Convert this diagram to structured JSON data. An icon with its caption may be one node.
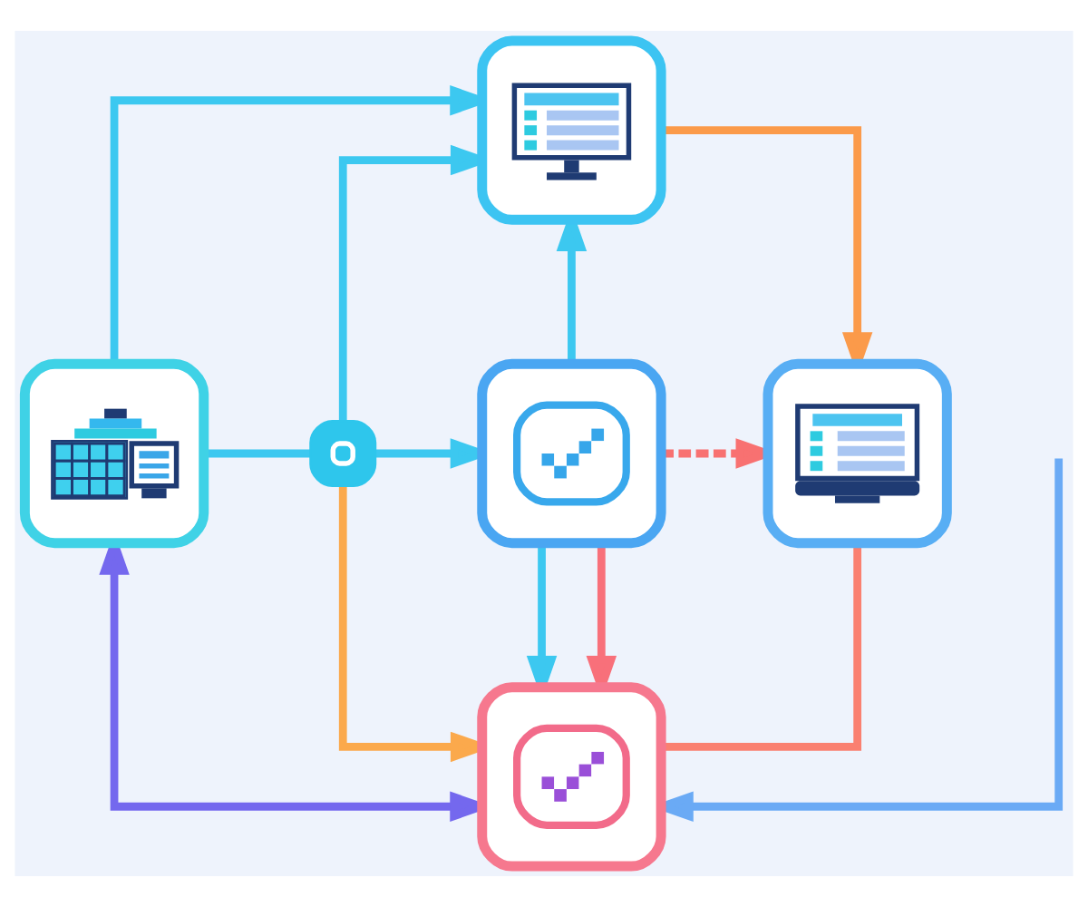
{
  "diagram": {
    "nodes": [
      {
        "text": [],
        "shape": "picture"
      },
      {
        "text": [],
        "shape": "picture"
      },
      {
        "text": [],
        "shape": "picture"
      },
      {
        "text": [],
        "shape": "picture"
      },
      {
        "text": [],
        "shape": "picture"
      },
      {
        "text": [],
        "shape": "picture"
      }
    ],
    "edges": [
      {
        "from": 0,
        "to": 1,
        "arrow": "to"
      },
      {
        "from": 0,
        "to": 2,
        "arrow": "none"
      },
      {
        "from": 2,
        "to": 3,
        "arrow": "to"
      },
      {
        "from": 2,
        "to": 1,
        "arrow": "to"
      },
      {
        "from": 3,
        "to": 1,
        "arrow": "to"
      },
      {
        "from": 3,
        "to": 4,
        "arrow": "to",
        "style": "dashed",
        "color": "#f87171"
      },
      {
        "from": 1,
        "to": 4,
        "arrow": "to",
        "color": "#fb9a4a"
      },
      {
        "from": 3,
        "to": 5,
        "arrow": "to"
      },
      {
        "from": 2,
        "to": 5,
        "arrow": "to",
        "color": "#fba94c"
      },
      {
        "from": null,
        "to": 5,
        "arrow": "to",
        "color": "#6aaaf5"
      },
      {
        "from": 3,
        "to": 5,
        "arrow": "to",
        "color": "#f8707a"
      },
      {
        "from": 0,
        "to": 5,
        "arrow": "both",
        "color": "#7468ee"
      },
      {
        "from": 4,
        "to": 5,
        "arrow": "none",
        "color": "#fa8070"
      }
    ]
  }
}
